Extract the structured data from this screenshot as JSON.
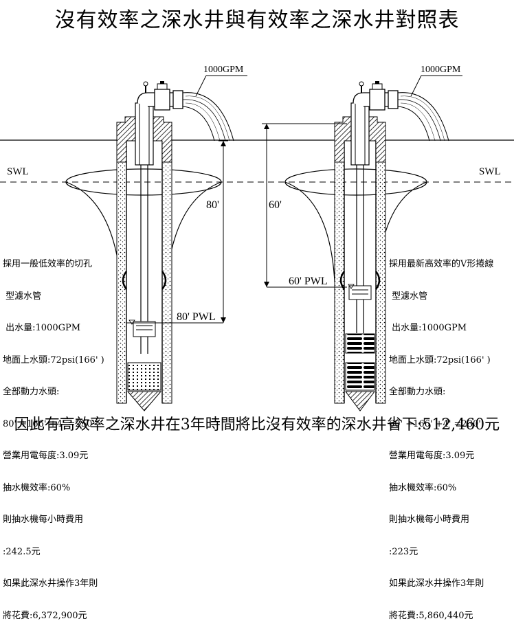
{
  "title": "沒有效率之深水井與有效率之深水井對照表",
  "footer": "因此有高效率之深水井在3年時間將比沒有效率的深水井省下:512,460元",
  "labels": {
    "flow_left": "1000GPM",
    "flow_right": "1000GPM",
    "swl_left": "SWL",
    "swl_right": "SWL",
    "depth_left": "80'",
    "depth_right": "60'",
    "pwl_left": "80' PWL",
    "pwl_right": "60' PWL"
  },
  "left_info": [
    "採用一般低效率的切孔",
    " 型濾水管",
    " 出水量:1000GPM",
    "地面上水頭:72psi(166' )",
    "全部動力水頭:",
    "80' +166' +4' =250'",
    "營業用電每度:3.09元",
    "抽水機效率:60%",
    "則抽水機每小時費用",
    ":242.5元",
    "如果此深水井操作3年則",
    "將花費:6,372,900元"
  ],
  "right_info": [
    "採用最新高效率的V形捲線",
    " 型濾水管",
    " 出水量:1000GPM",
    "地面上水頭:72psi(166' )",
    "全部動力水頭:",
    "60' +166' +4' =230'",
    "營業用電每度:3.09元",
    "抽水機效率:60%",
    "則抽水機每小時費用",
    ":223元",
    "如果此深水井操作3年則",
    "將花費:5,860,440元"
  ]
}
